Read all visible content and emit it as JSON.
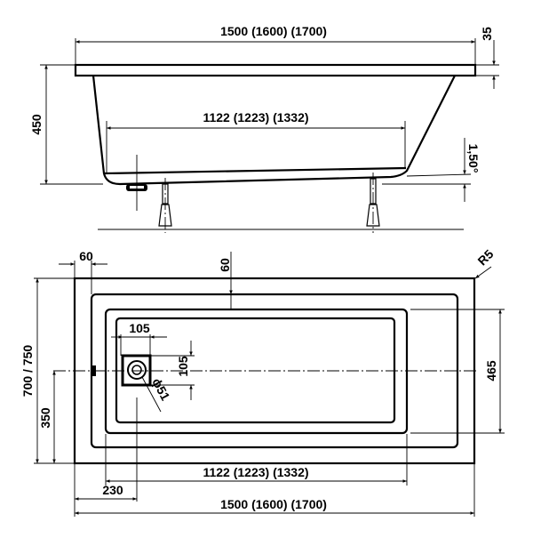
{
  "side_view": {
    "overall_length": "1500 (1600) (1700)",
    "rim_height": "35",
    "total_height": "450",
    "bottom_length": "1122 (1223) (1332)",
    "slope": "1,50°"
  },
  "top_view": {
    "offset_left": "60",
    "offset_top": "60",
    "corner_radius": "R5",
    "width": "700 / 750",
    "half_width": "350",
    "bottom_width": "465",
    "drain_offset_x": "105",
    "drain_offset_y": "105",
    "drain_diameter": "ϕ51",
    "bottom_length": "1122 (1223) (1332)",
    "drain_position": "230",
    "overall_length": "1500 (1600) (1700)"
  }
}
